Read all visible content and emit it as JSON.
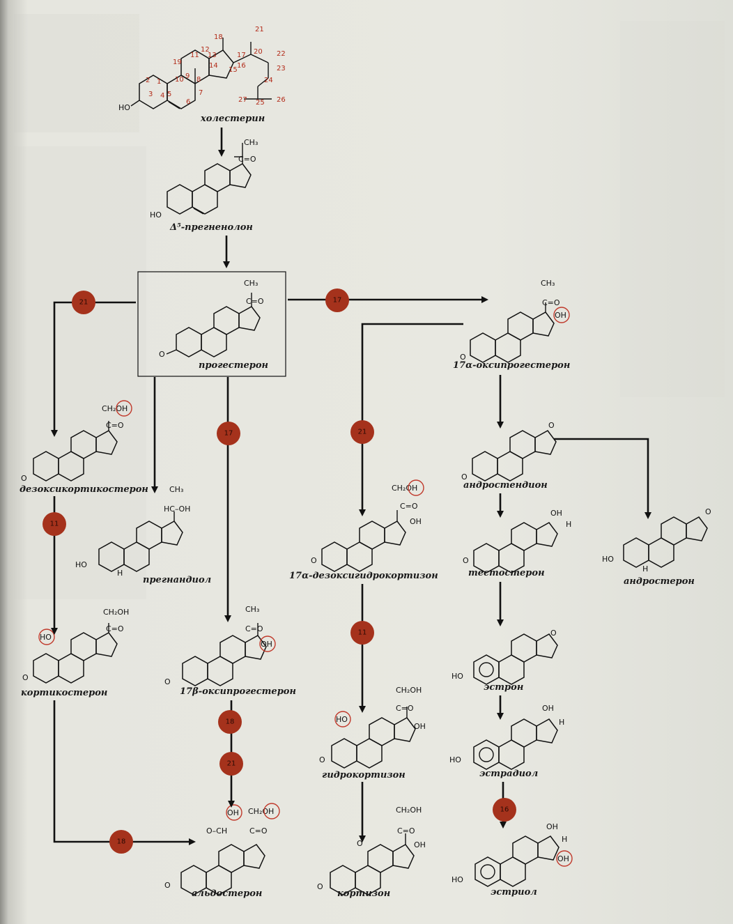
{
  "compounds": {
    "cholesterol": "холестерин",
    "pregnenolone": "Δ⁵-прегненолон",
    "progesterone": "прогестерон",
    "hydroxyprogesterone17a": "17α-оксипрогестерон",
    "androstenedione": "андростендион",
    "deoxycorticosterone": "дезоксикортикостерон",
    "pregnanediol": "прегнандиол",
    "hydroxyprogesterone17b": "17β-оксипрогестерон",
    "deoxyhydrocortisone17a": "17α-дезоксигидрокортизон",
    "testosterone": "тестостерон",
    "androsterone": "андростерон",
    "corticosterone": "кортикостерон",
    "hydrocortisone": "гидрокортизон",
    "estrone": "эстрон",
    "estradiol": "эстрадиол",
    "aldosterone": "альдостерон",
    "cortisone": "кортизон",
    "estriol": "эстриол"
  },
  "enzymes": {
    "e1": "21",
    "e2": "17",
    "e3": "17",
    "e4": "21",
    "e5": "11",
    "e6": "11",
    "e7": "18",
    "e8": "21",
    "e9": "18",
    "e10": "16"
  },
  "groups": {
    "ch3": "CH₃",
    "co": "C=O",
    "oh": "OH",
    "ho": "HO",
    "ch2oh": "CH₂OH",
    "h": "H",
    "o": "O",
    "hcoh": "HC–OH",
    "och": "O–CH"
  },
  "carbons": [
    "1",
    "2",
    "3",
    "4",
    "5",
    "6",
    "7",
    "8",
    "9",
    "10",
    "11",
    "12",
    "13",
    "14",
    "15",
    "16",
    "17",
    "18",
    "19",
    "20",
    "21",
    "22",
    "23",
    "24",
    "25",
    "26",
    "27"
  ],
  "colors": {
    "enzyme": "#a5321c",
    "highlight": "#c0392b",
    "carbonNumber": "#b22a18"
  }
}
